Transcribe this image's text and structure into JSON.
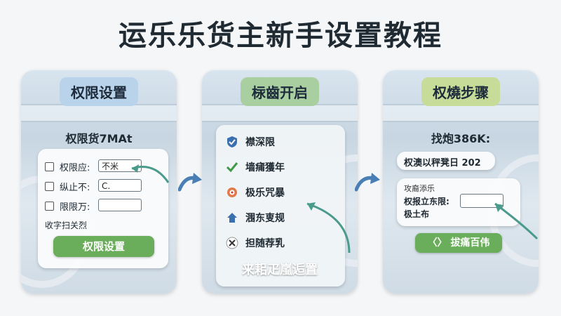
{
  "title": "运乐乐货主新手设置教程",
  "panel1": {
    "header": "权限设置",
    "subhead": "权限货7MAt",
    "rows": [
      {
        "label": "权限应:",
        "value": "不米"
      },
      {
        "label": "纵止不:",
        "value": "C."
      },
      {
        "label": "限限万:",
        "value": ""
      }
    ],
    "note": "收字扫关烈",
    "button": "权限设置"
  },
  "panel2": {
    "header": "柡齒开启",
    "items": [
      {
        "icon": "shield-check-icon",
        "label": "襟深限"
      },
      {
        "icon": "check-icon",
        "label": "墙痡獲年"
      },
      {
        "icon": "target-icon",
        "label": "极乐咒暴"
      },
      {
        "icon": "house-arrow-icon",
        "label": "涠东叓规"
      },
      {
        "icon": "x-circle-icon",
        "label": "担随荐乳"
      }
    ],
    "footer": "来耜疋嵐逅置"
  },
  "panel3": {
    "header": "权燒步骤",
    "subhead": "找炮386K:",
    "field_top": "权澳以秤凳日 202",
    "small_label": "攻裔添乐",
    "label_row1": "权报立东限:",
    "label_row2": "极土布",
    "button": "〈〉 拔痛百伟"
  },
  "colors": {
    "accent_green": "#6aad5a",
    "arrow_blue": "#4a7fb5",
    "arrow_teal": "#4b9b8c"
  }
}
